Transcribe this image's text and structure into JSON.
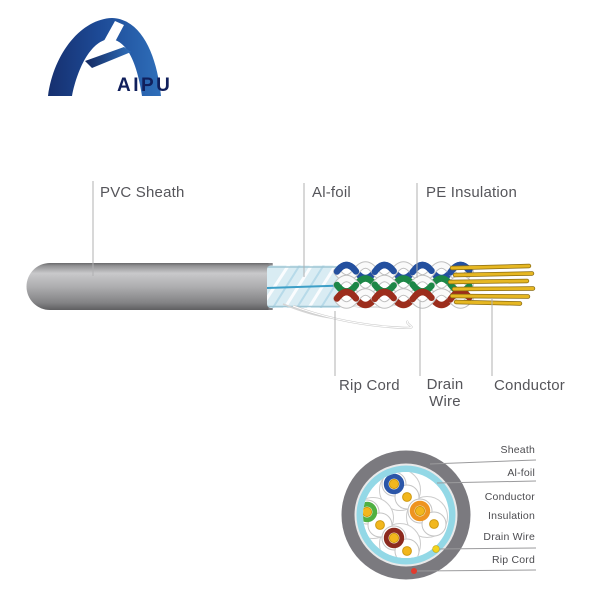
{
  "brand": {
    "name": "AIPU"
  },
  "main_diagram": {
    "labels": {
      "pvc_sheath": "PVC Sheath",
      "al_foil": "Al-foil",
      "pe_insulation": "PE Insulation",
      "rip_cord": "Rip Cord",
      "drain_wire": "Drain Wire",
      "conductor": "Conductor"
    }
  },
  "cross_section": {
    "labels": {
      "sheath": "Sheath",
      "al_foil": "Al-foil",
      "conductor": "Conductor",
      "insulation": "Insulation",
      "drain_wire": "Drain Wire",
      "rip_cord": "Rip Cord"
    }
  },
  "colors": {
    "logo_blue_dark": "#1a2f74",
    "logo_blue": "#2e6cb5",
    "brand_text": "#101f5c",
    "sheath_gray": "#a9a9ab",
    "foil_blue": "#d9ecf3",
    "pair_blue": "#24509f",
    "pair_green": "#1d8747",
    "pair_red": "#9c2d1c",
    "pair_orange": "#ee9421",
    "conductor_gold": "#e6b722",
    "cross_foil_cyan": "#93d8e6",
    "drain_dot_yellow": "#f2d41c",
    "rip_dot_red": "#e23b2e",
    "label_text": "#55555a",
    "leader_line": "#b0b0b2"
  }
}
